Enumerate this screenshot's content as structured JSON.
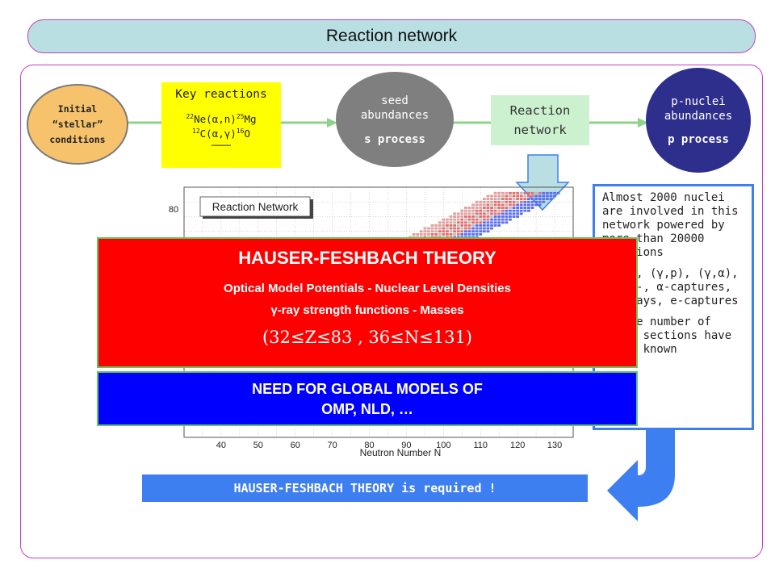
{
  "header": {
    "title": "Reaction network"
  },
  "flow": {
    "initial": {
      "l1": "Initial",
      "l2": "“stellar”",
      "l3": "conditions"
    },
    "key": {
      "title": "Key reactions",
      "r1": {
        "pre": "22",
        "a": "Ne(α,n)",
        "sup": "25",
        "b": "Mg"
      },
      "r2": {
        "pre": "12",
        "a": "C(α,γ)",
        "sup": "16",
        "b": "O"
      },
      "dots": "…………"
    },
    "seed": {
      "l1": "seed",
      "l2": "abundances",
      "l3": "s process"
    },
    "network": {
      "l1": "Reaction",
      "l2": "network"
    },
    "pnuclei": {
      "l1": "p-nuclei",
      "l2": "abundances",
      "l3": "p process"
    }
  },
  "note": {
    "p1": "Almost 2000 nuclei are involved in this network powered by more than 20000 reactions",
    "p2": "(γ,n), (γ,p), (γ,α), n-, p-, α-captures, β-decays, e-captures",
    "p3": "A huge number of cross sections have to be known"
  },
  "overlay": {
    "hf_title": "HAUSER-FESHBACH THEORY",
    "hf_line1": "Optical Model Potentials  -  Nuclear Level Densities",
    "hf_line2": "γ-ray strength functions - Masses",
    "hf_range": "(32≤Z≤83 , 36≤N≤131)",
    "need_line1": "NEED FOR GLOBAL MODELS OF",
    "need_line2": "OMP, NLD, …"
  },
  "required": "HAUSER-FESHBACH THEORY is required !",
  "chart_data": {
    "type": "heatmap",
    "title": "Reaction Network",
    "xlabel": "Neutron Number  N",
    "ylabel": "",
    "xlim": [
      30,
      135
    ],
    "ylim": [
      0,
      85
    ],
    "x_ticks": [
      "40",
      "50",
      "60",
      "70",
      "80",
      "90",
      "100",
      "110",
      "120",
      "130"
    ],
    "y_ticks": [
      "80"
    ],
    "ridge": {
      "z_start": 32,
      "z_end": 83,
      "n_start": 36,
      "n_end": 131
    }
  },
  "colors": {
    "title_bar": "#b9dfe3",
    "initial": "#f6c36c",
    "key": "#ffff00",
    "seed": "#7f7f7f",
    "network": "#ccf1cf",
    "pnuclei": "#2e2e8c",
    "arrow": "#3d7ef0",
    "hf": "#ff0000",
    "need": "#0000ff"
  }
}
